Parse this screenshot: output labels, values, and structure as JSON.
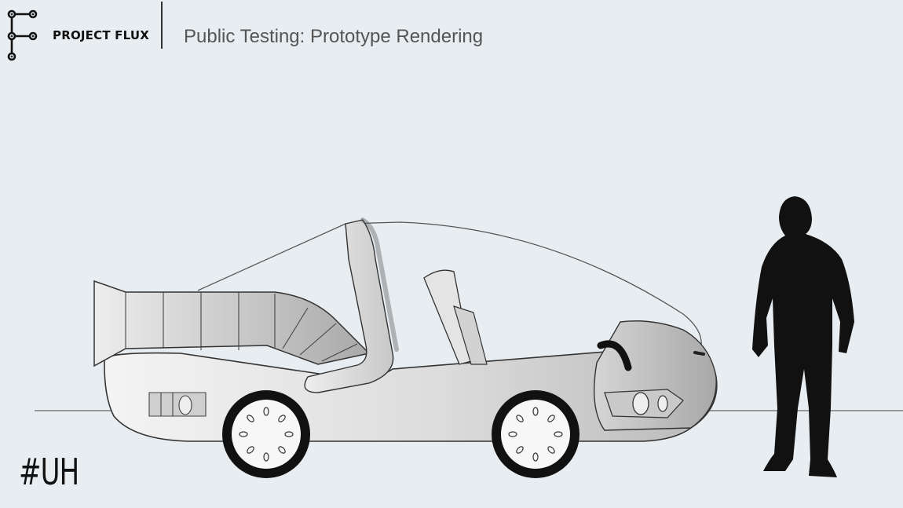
{
  "header": {
    "brand": "PROJECT FLUX",
    "title": "Public Testing: Prototype Rendering"
  },
  "footer": {
    "hashtag": "#UH"
  },
  "icons": {
    "logo": "flux-logo-icon"
  },
  "colors": {
    "background": "#e8edf1",
    "text_dark": "#111111",
    "text_muted": "#555555",
    "body_shade": "#d9d9d9",
    "silhouette": "#111111"
  }
}
